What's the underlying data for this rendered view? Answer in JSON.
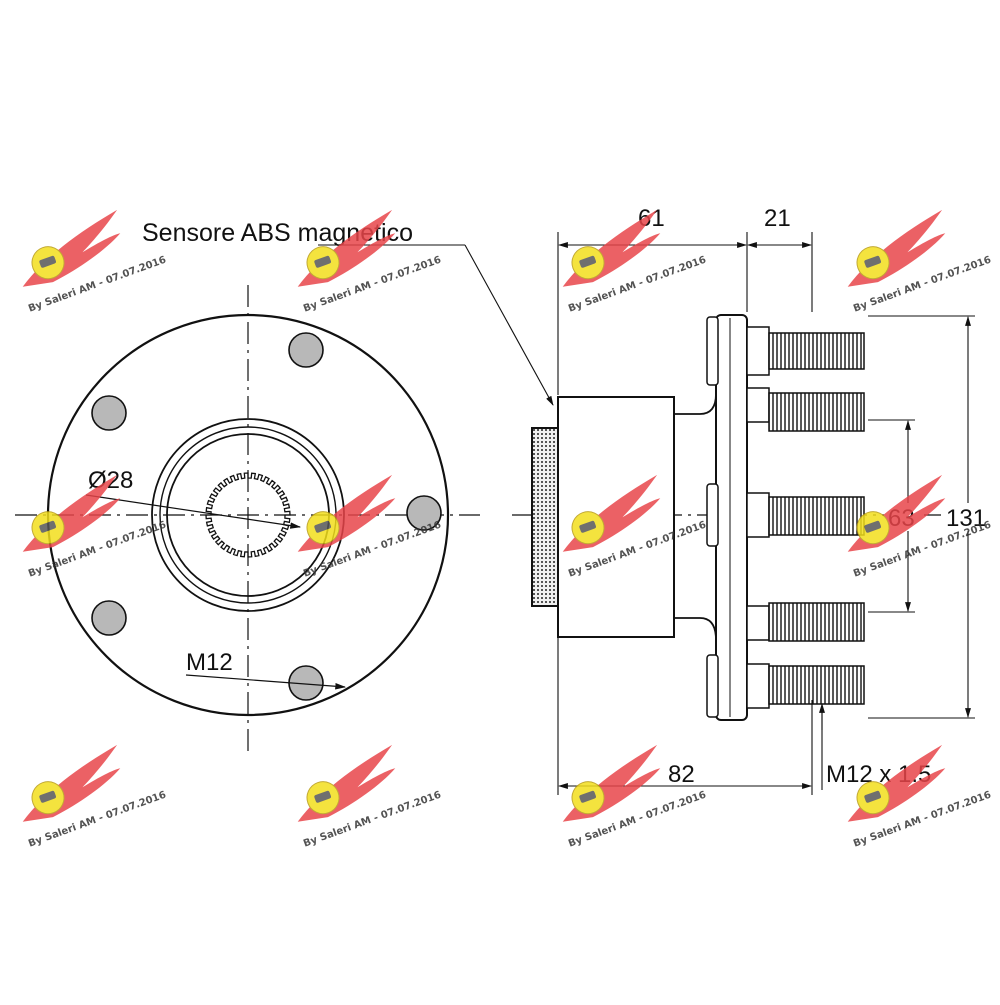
{
  "drawing": {
    "sensor_label": "Sensore ABS magnetico",
    "bore_label": "Ø28",
    "thread_label": "M12",
    "stud_label": "M12 x 1.5",
    "dims": {
      "d61": "61",
      "d21": "21",
      "d63": "63",
      "d131": "131",
      "d82": "82"
    }
  },
  "watermark": {
    "text": "By Saleri AM - 07.07.2016",
    "wing_color": "#e8454a",
    "badge_color": "#f2de1c"
  }
}
